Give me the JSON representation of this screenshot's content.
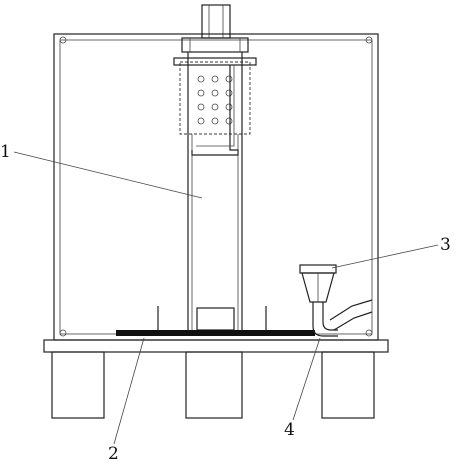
{
  "labels": {
    "part_1": "1",
    "part_2": "2",
    "part_3": "3",
    "part_4": "4"
  },
  "colors": {
    "line": "#222222",
    "fill": "#ffffff",
    "plate": "#111111"
  }
}
